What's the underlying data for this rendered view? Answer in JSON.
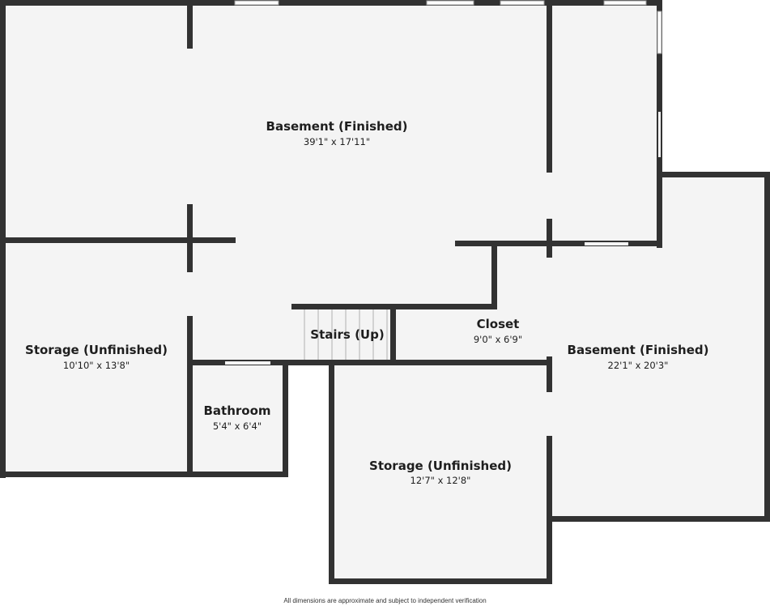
{
  "rooms": [
    {
      "id": "basement-finished-main",
      "name": "Basement (Finished)",
      "dimensions": "39'1\" x 17'11\""
    },
    {
      "id": "storage-west",
      "name": "Storage (Unfinished)",
      "dimensions": "10'10\" x 13'8\""
    },
    {
      "id": "stairs",
      "name": "Stairs (Up)"
    },
    {
      "id": "closet",
      "name": "Closet",
      "dimensions": "9'0\" x 6'9\""
    },
    {
      "id": "basement-finished-east",
      "name": "Basement (Finished)",
      "dimensions": "22'1\" x 20'3\""
    },
    {
      "id": "bathroom",
      "name": "Bathroom",
      "dimensions": "5'4\" x 6'4\""
    },
    {
      "id": "storage-south",
      "name": "Storage (Unfinished)",
      "dimensions": "12'7\" x 12'8\""
    }
  ],
  "footnote": "All dimensions are approximate and subject to independent verification"
}
